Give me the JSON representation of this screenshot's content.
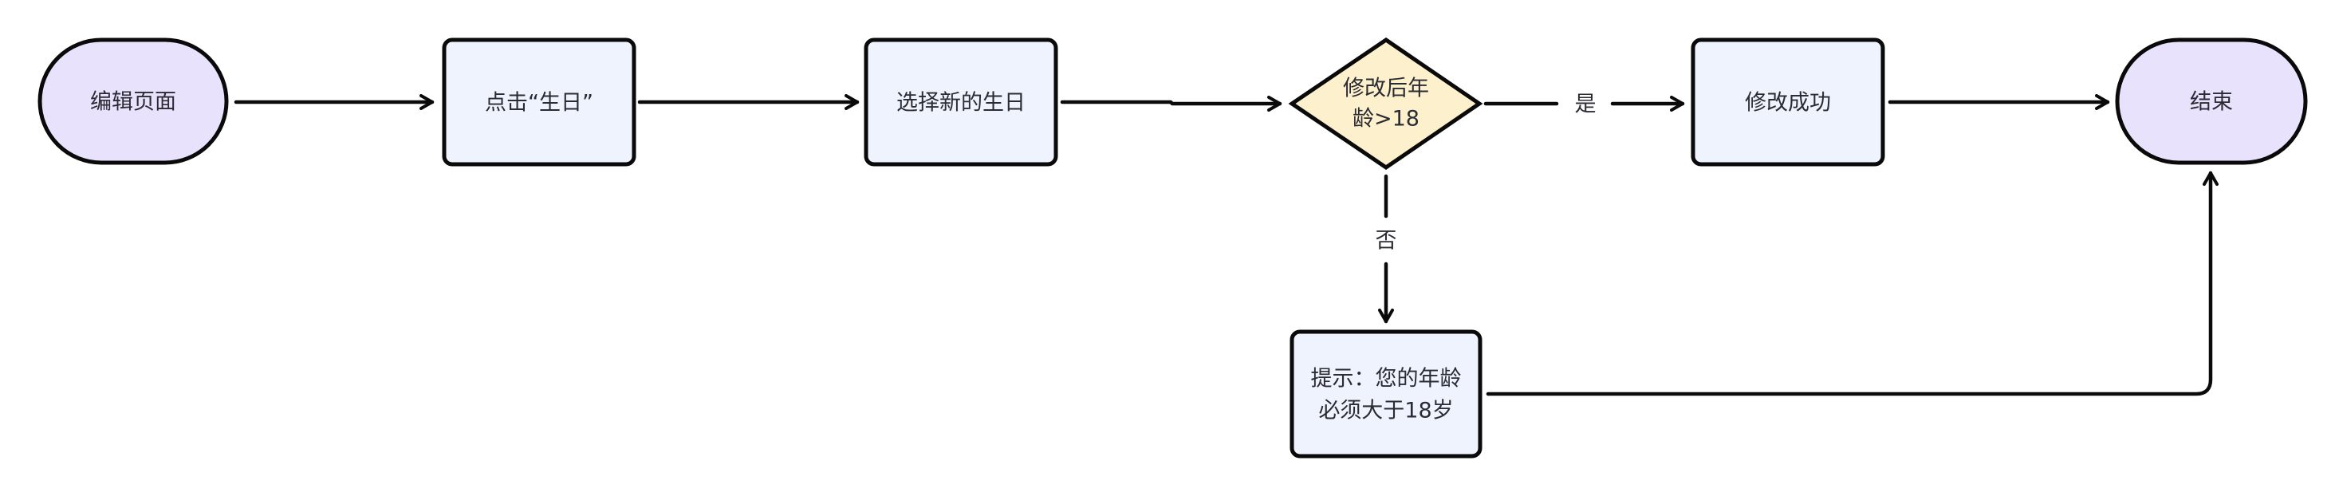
{
  "diagram": {
    "type": "flowchart",
    "colors": {
      "terminal_fill": "#e9e2fd",
      "process_fill": "#eff3fd",
      "decision_fill": "#fdf0cd",
      "stroke": "#0a0a0a",
      "text": "#2b2b33"
    },
    "nodes": [
      {
        "id": "start",
        "shape": "terminal",
        "lines": [
          "编辑页面"
        ]
      },
      {
        "id": "click_birthday",
        "shape": "process",
        "lines": [
          "点击“生日”"
        ]
      },
      {
        "id": "select_birthday",
        "shape": "process",
        "lines": [
          "选择新的生日"
        ]
      },
      {
        "id": "age_check",
        "shape": "decision",
        "lines": [
          "修改后年",
          "龄>18"
        ]
      },
      {
        "id": "success",
        "shape": "process",
        "lines": [
          "修改成功"
        ]
      },
      {
        "id": "end",
        "shape": "terminal",
        "lines": [
          "结束"
        ]
      },
      {
        "id": "warning",
        "shape": "process",
        "lines": [
          "提示：您的年龄",
          "必须大于18岁"
        ]
      }
    ],
    "edges": [
      {
        "from": "start",
        "to": "click_birthday",
        "label": ""
      },
      {
        "from": "click_birthday",
        "to": "select_birthday",
        "label": ""
      },
      {
        "from": "select_birthday",
        "to": "age_check",
        "label": ""
      },
      {
        "from": "age_check",
        "to": "success",
        "label": "是"
      },
      {
        "from": "success",
        "to": "end",
        "label": ""
      },
      {
        "from": "age_check",
        "to": "warning",
        "label": "否"
      },
      {
        "from": "warning",
        "to": "end",
        "label": ""
      }
    ]
  }
}
